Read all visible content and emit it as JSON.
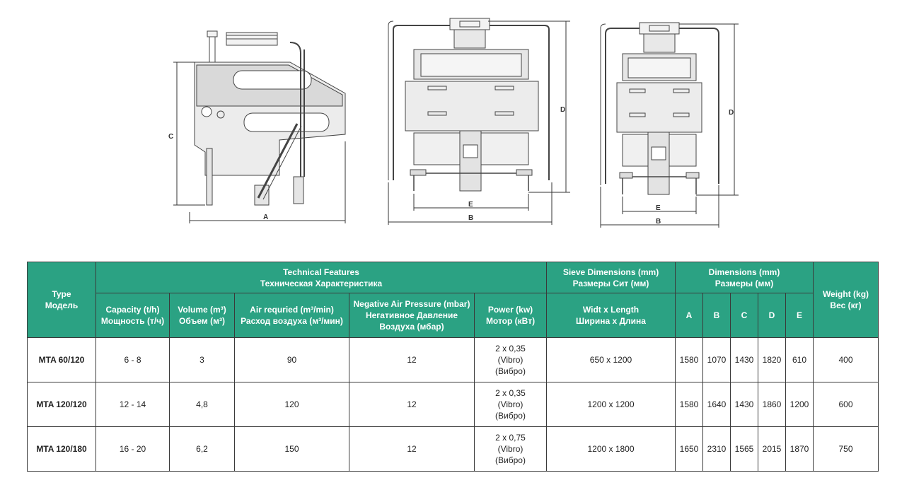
{
  "drawing_labels": {
    "side": [
      "C",
      "A"
    ],
    "front": [
      "D",
      "E",
      "B"
    ],
    "small_front": [
      "D",
      "E",
      "B"
    ]
  },
  "table": {
    "header": {
      "type": "Type\nМодель",
      "technical": "Technical Features\nТехническая Характеристика",
      "sieve": "Sieve Dimensions (mm)\nРазмеры Сит (мм)",
      "dimensions": "Dimensions (mm)\nРазмеры (мм)",
      "weight": "Weight (kg)\nВес (кг)",
      "capacity": "Capacity (t/h)\nМощность (т/ч)",
      "volume": "Volume (m³)\nОбъем (м³)",
      "air": "Air requried (m³/min)\nРасход воздуха (м³/мин)",
      "pressure": "Negative Air Pressure (mbar)\nНегативное Давление\nВоздуха (мбар)",
      "power": "Power (kw)\nМотор (кВт)",
      "sieve_sub": "Widt x Length\nШирина х Длина",
      "dim_a": "A",
      "dim_b": "B",
      "dim_c": "C",
      "dim_d": "D",
      "dim_e": "E"
    },
    "rows": [
      {
        "model": "MTA 60/120",
        "capacity": "6 - 8",
        "volume": "3",
        "air": "90",
        "pressure": "12",
        "power": "2 x 0,35\n(Vibro)\n(Вибро)",
        "sieve": "650 x 1200",
        "a": "1580",
        "b": "1070",
        "c": "1430",
        "d": "1820",
        "e": "610",
        "weight": "400"
      },
      {
        "model": "MTA 120/120",
        "capacity": "12 - 14",
        "volume": "4,8",
        "air": "120",
        "pressure": "12",
        "power": "2 x 0,35\n(Vibro)\n(Вибро)",
        "sieve": "1200 x 1200",
        "a": "1580",
        "b": "1640",
        "c": "1430",
        "d": "1860",
        "e": "1200",
        "weight": "600"
      },
      {
        "model": "MTA 120/180",
        "capacity": "16 - 20",
        "volume": "6,2",
        "air": "150",
        "pressure": "12",
        "power": "2 x 0,75\n(Vibro)\n(Вибро)",
        "sieve": "1200 x 1800",
        "a": "1650",
        "b": "2310",
        "c": "1565",
        "d": "2015",
        "e": "1870",
        "weight": "750"
      }
    ]
  },
  "colors": {
    "header_bg": "#2ba283",
    "header_text": "#ffffff",
    "border": "#3a3a3a"
  }
}
